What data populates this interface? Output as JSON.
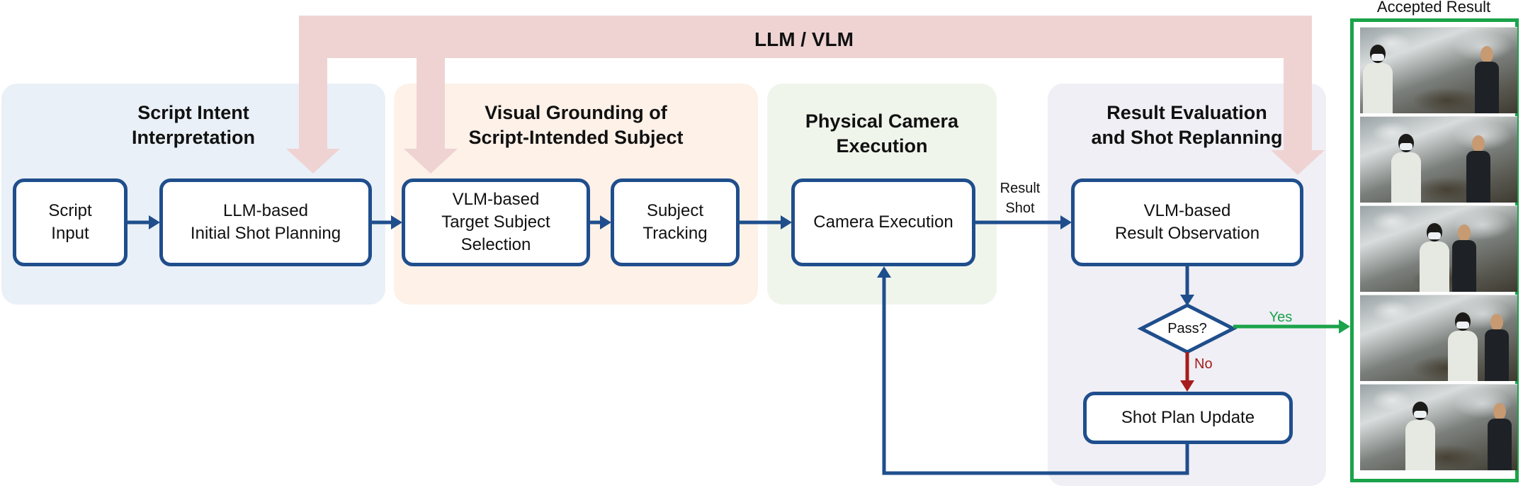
{
  "top_band": {
    "label": "LLM / VLM",
    "color": "#efd3d3"
  },
  "regions": [
    {
      "id": "script-intent",
      "title": "Script Intent\nInterpretation",
      "color": "#eaf0f7"
    },
    {
      "id": "visual-grounding",
      "title": "Visual Grounding of\nScript-Intended Subject",
      "color": "#fdf1e8"
    },
    {
      "id": "physical-camera",
      "title": "Physical Camera\nExecution",
      "color": "#f0f5ec"
    },
    {
      "id": "result-evaluation",
      "title": "Result Evaluation\nand Shot Replanning",
      "color": "#f0eff5"
    }
  ],
  "boxes": {
    "script_input": "Script\nInput",
    "initial_planning": "LLM-based\nInitial Shot Planning",
    "target_selection": "VLM-based\nTarget Subject\nSelection",
    "subject_tracking": "Subject\nTracking",
    "camera_execution": "Camera Execution",
    "result_observation": "VLM-based\nResult Observation",
    "shot_plan_update": "Shot Plan Update"
  },
  "decision": {
    "label": "Pass?"
  },
  "edge_labels": {
    "result_shot": "Result\nShot",
    "yes": "Yes",
    "no": "No"
  },
  "accepted_result": {
    "title": "Accepted Result",
    "frame_count": 5,
    "border_color": "#1aa34a"
  },
  "colors": {
    "box_border": "#1f4e8c",
    "arrow": "#1f4e8c",
    "yes": "#1aa34a",
    "no": "#a61c1c",
    "llm_arrow": "#efd3d3"
  }
}
